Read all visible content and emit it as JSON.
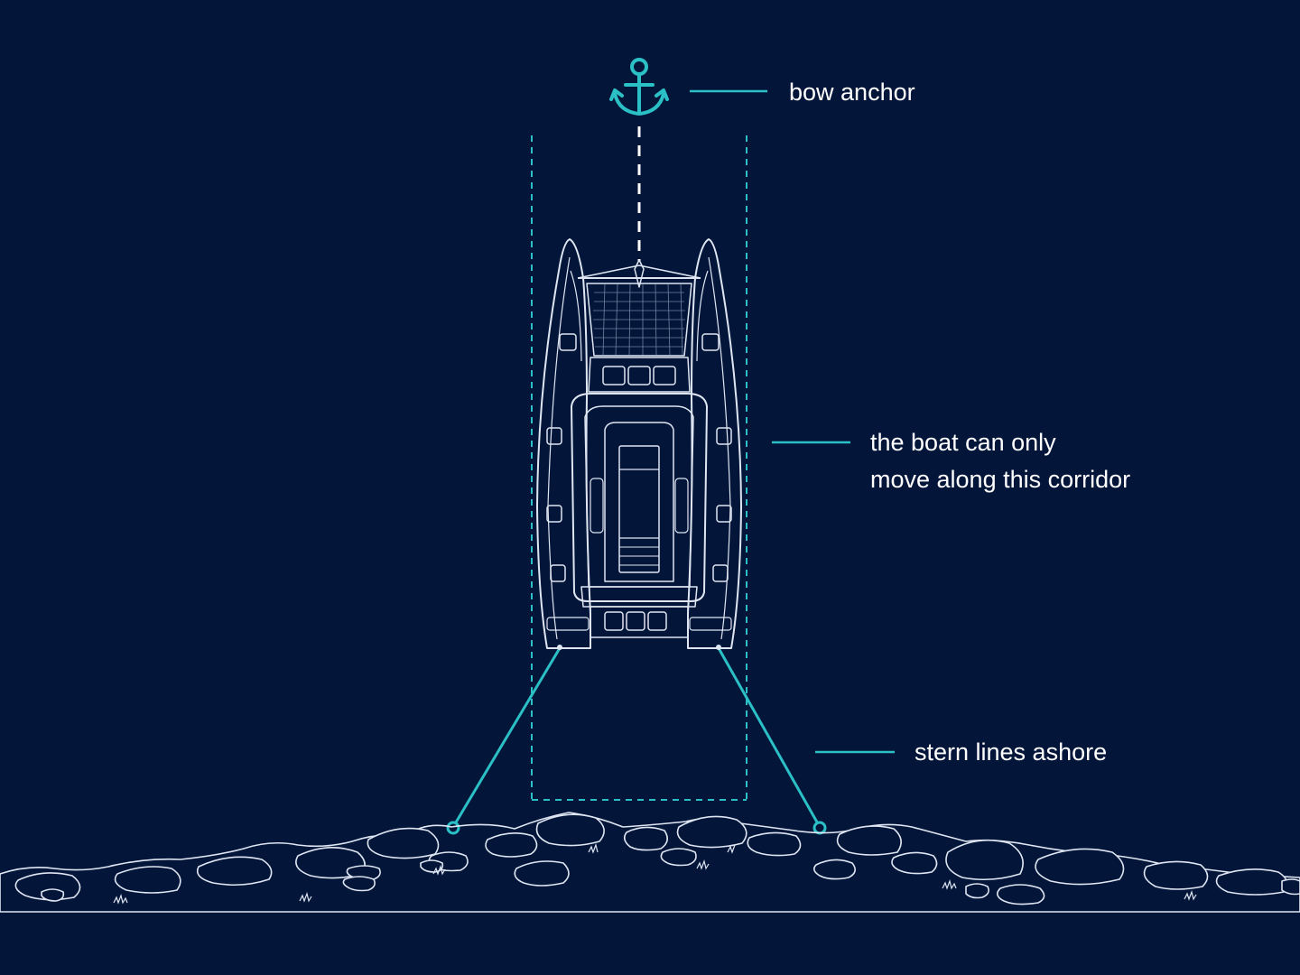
{
  "diagram": {
    "labels": {
      "bow_anchor": "bow anchor",
      "corridor_line1": "the boat can only",
      "corridor_line2": "move along this corridor",
      "stern_lines": "stern lines ashore"
    },
    "colors": {
      "background": "#03163a",
      "accent": "#2bbfc6",
      "outline": "#dfe6f2",
      "text": "#ffffff"
    },
    "icons": {
      "anchor": "anchor-icon"
    }
  }
}
